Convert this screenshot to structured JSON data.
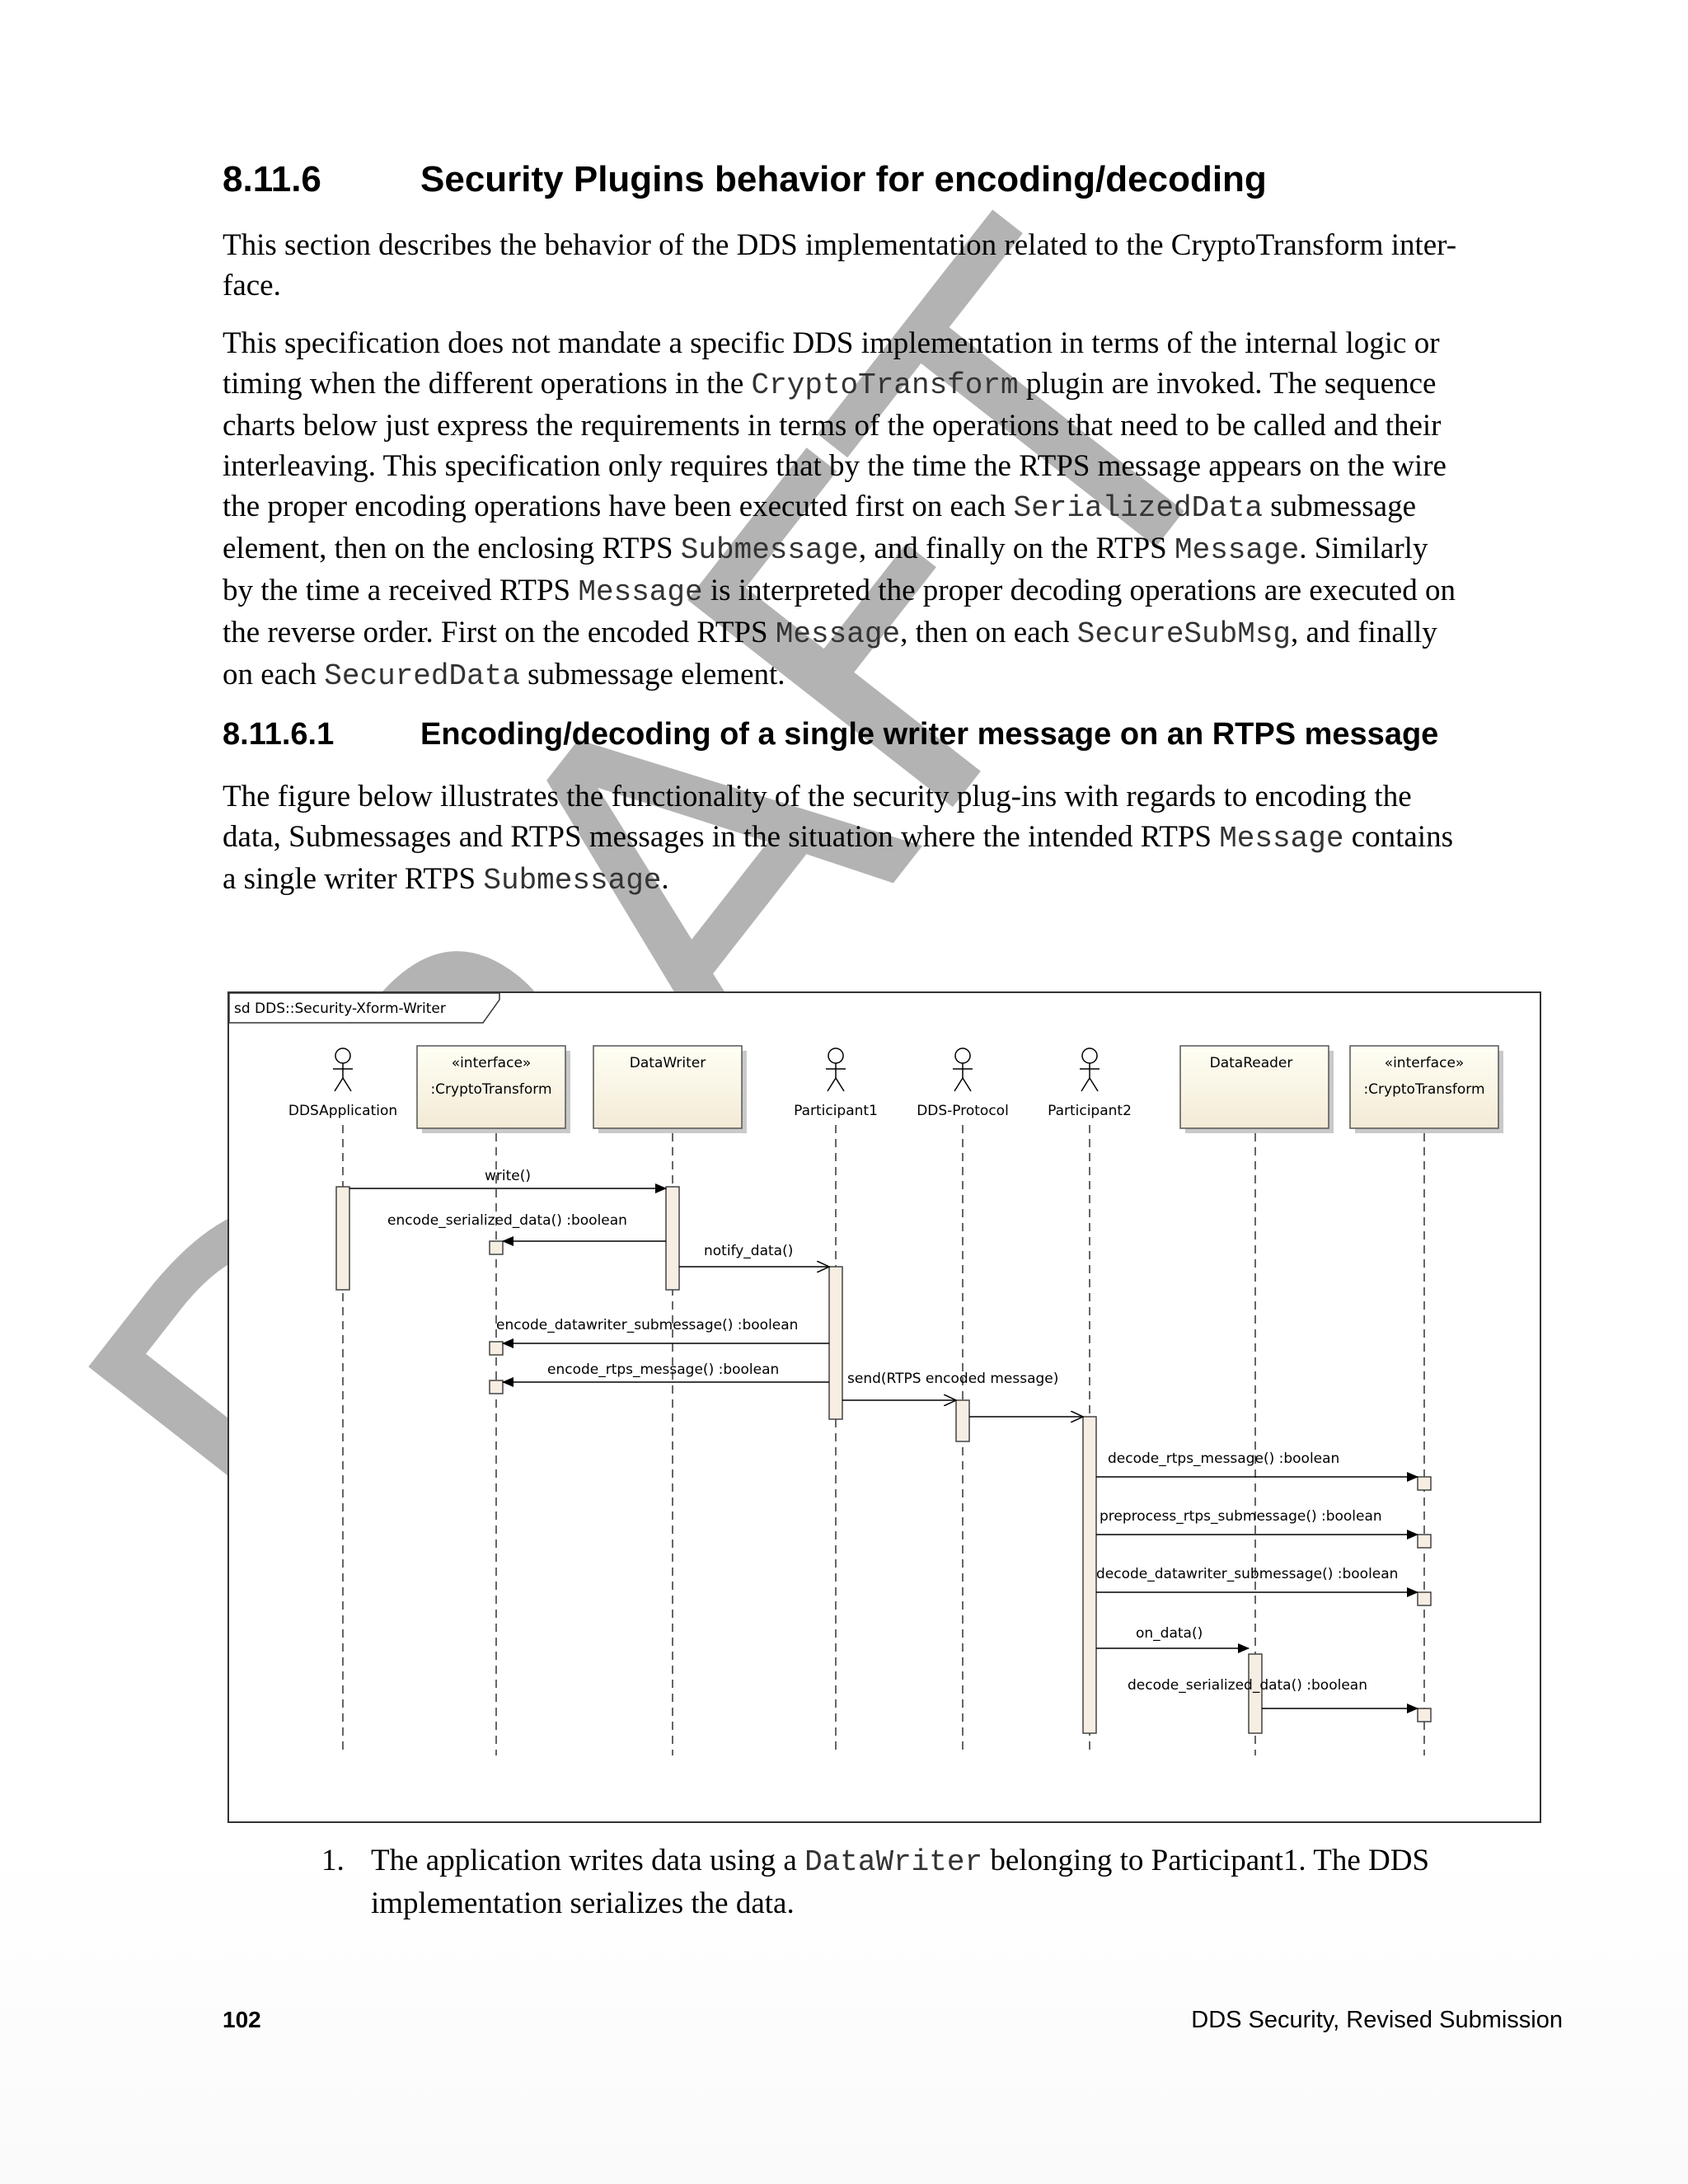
{
  "section": {
    "number": "8.11.6",
    "title": "Security Plugins behavior for encoding/decoding"
  },
  "paragraphs": {
    "p1": [
      "This section describes the behavior of the DDS implementation related to the CryptoTransform inter-",
      "face."
    ],
    "p2": {
      "l1": "This specification does not mandate a specific DDS implementation in terms of the internal logic or",
      "l2a": "timing when the different operations in the ",
      "l2m": "CryptoTransform",
      "l2b": " plugin are invoked. The sequence",
      "l3": "charts below just express the requirements in terms of the operations that need to be called and their",
      "l4": "interleaving. This specification only requires that by the time the RTPS message appears on the wire",
      "l5a": "the proper encoding operations have been executed first on each ",
      "l5m": "SerializedData",
      "l5b": " submessage",
      "l6a": "element, then on the enclosing RTPS ",
      "l6m": "Submessage",
      "l6b": ", and finally on the RTPS ",
      "l6m2": "Message",
      "l6c": ". Similarly",
      "l7a": "by the time a received RTPS ",
      "l7m": "Message",
      "l7b": " is interpreted the proper decoding operations are executed on",
      "l8a": "the reverse order. First on the encoded RTPS ",
      "l8m": "Message",
      "l8b": ", then on each ",
      "l8m2": "SecureSubMsg",
      "l8c": ", and finally",
      "l9a": "on each ",
      "l9m": "SecuredData",
      "l9b": " submessage element."
    },
    "p3": {
      "l1": "The figure below illustrates the functionality of the security plug-ins with regards to encoding the",
      "l2a": "data, Submessages and RTPS messages in the situation where the intended RTPS ",
      "l2m": "Message",
      "l2b": " contains",
      "l3a": "a single writer RTPS ",
      "l3m": "Submessage",
      "l3b": "."
    }
  },
  "subsection": {
    "number": "8.11.6.1",
    "title": "Encoding/decoding of a single writer message on an RTPS message"
  },
  "diagram": {
    "frame_label": "sd DDS::Security-Xform-Writer",
    "lifelines": {
      "app": "DDSApplication",
      "crypto_w_stereo": "«interface»",
      "crypto_w_name": ":CryptoTransform",
      "datawriter": "DataWriter",
      "participant1": "Participant1",
      "protocol": "DDS-Protocol",
      "participant2": "Participant2",
      "datareader": "DataReader",
      "crypto_r_stereo": "«interface»",
      "crypto_r_name": ":CryptoTransform"
    },
    "messages": {
      "write": "write()",
      "encode_serialized": "encode_serialized_data() :boolean",
      "notify": "notify_data()",
      "encode_dw_sub": "encode_datawriter_submessage() :boolean",
      "encode_rtps": "encode_rtps_message() :boolean",
      "send": "send(RTPS encoded message)",
      "decode_rtps": "decode_rtps_message() :boolean",
      "preprocess": "preprocess_rtps_submessage() :boolean",
      "decode_dw_sub": "decode_datawriter_submessage() :boolean",
      "on_data": "on_data()",
      "decode_serialized": "decode_serialized_data() :boolean"
    }
  },
  "list": {
    "marker": "1.",
    "l1a": "The application writes data using a ",
    "l1m": "DataWriter",
    "l1b": " belonging to Participant1.  The DDS",
    "l2": "implementation serializes the data."
  },
  "footer": {
    "page_number": "102",
    "doc_title": "DDS Security, Revised Submission"
  },
  "watermark": {
    "text": "DRAFT",
    "color": "#b3b3b3"
  }
}
